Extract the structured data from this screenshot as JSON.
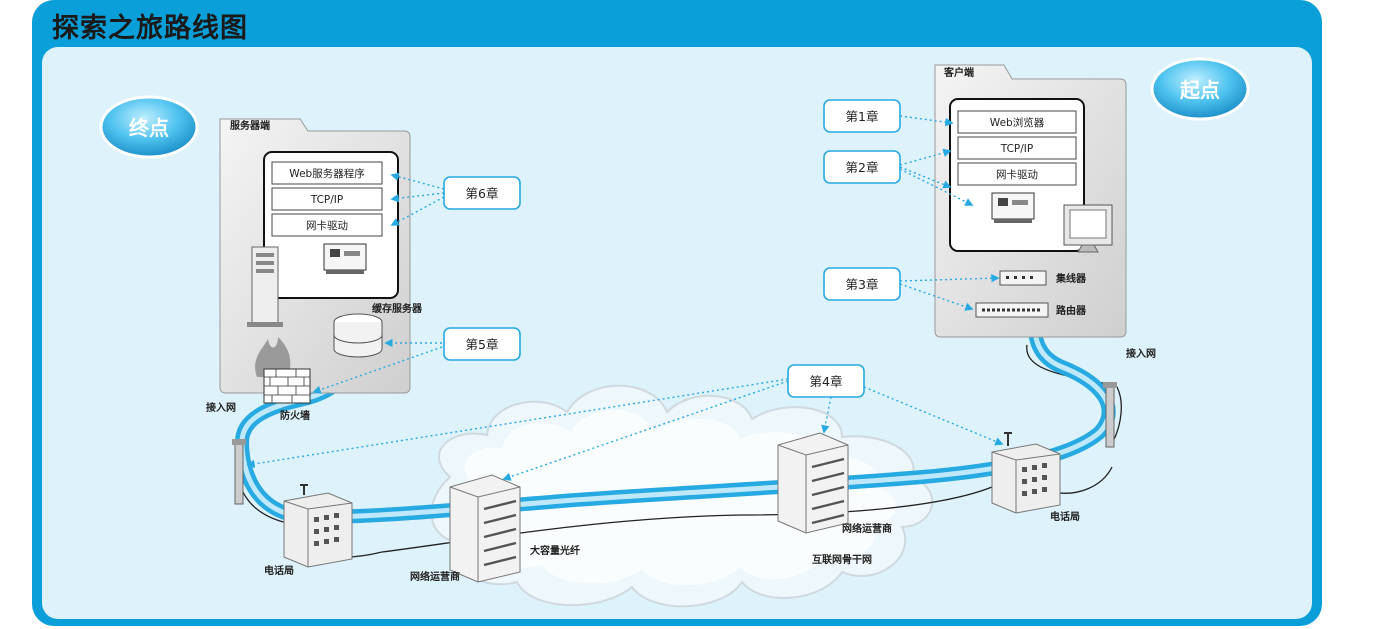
{
  "title": "探索之旅路线图",
  "endpoints": {
    "end": "终点",
    "start": "起点"
  },
  "server": {
    "label": "服务器端",
    "layers": [
      "Web服务器程序",
      "TCP/IP",
      "网卡驱动"
    ],
    "cache": "缓存服务器",
    "firewall": "防火墙",
    "access": "接入网",
    "phone": "电话局",
    "isp": "网络运营商"
  },
  "client": {
    "label": "客户端",
    "layers": [
      "Web浏览器",
      "TCP/IP",
      "网卡驱动"
    ],
    "hub": "集线器",
    "router": "路由器",
    "access": "接入网",
    "phone": "电话局",
    "isp": "网络运营商"
  },
  "internet": {
    "fiber": "大容量光纤",
    "backbone": "互联网骨干网"
  },
  "chapters": [
    "第1章",
    "第2章",
    "第3章",
    "第4章",
    "第5章",
    "第6章"
  ],
  "colors": {
    "frame": "#0b9fd9",
    "panel": "#ddf2fb",
    "route": "#27a9e1"
  }
}
